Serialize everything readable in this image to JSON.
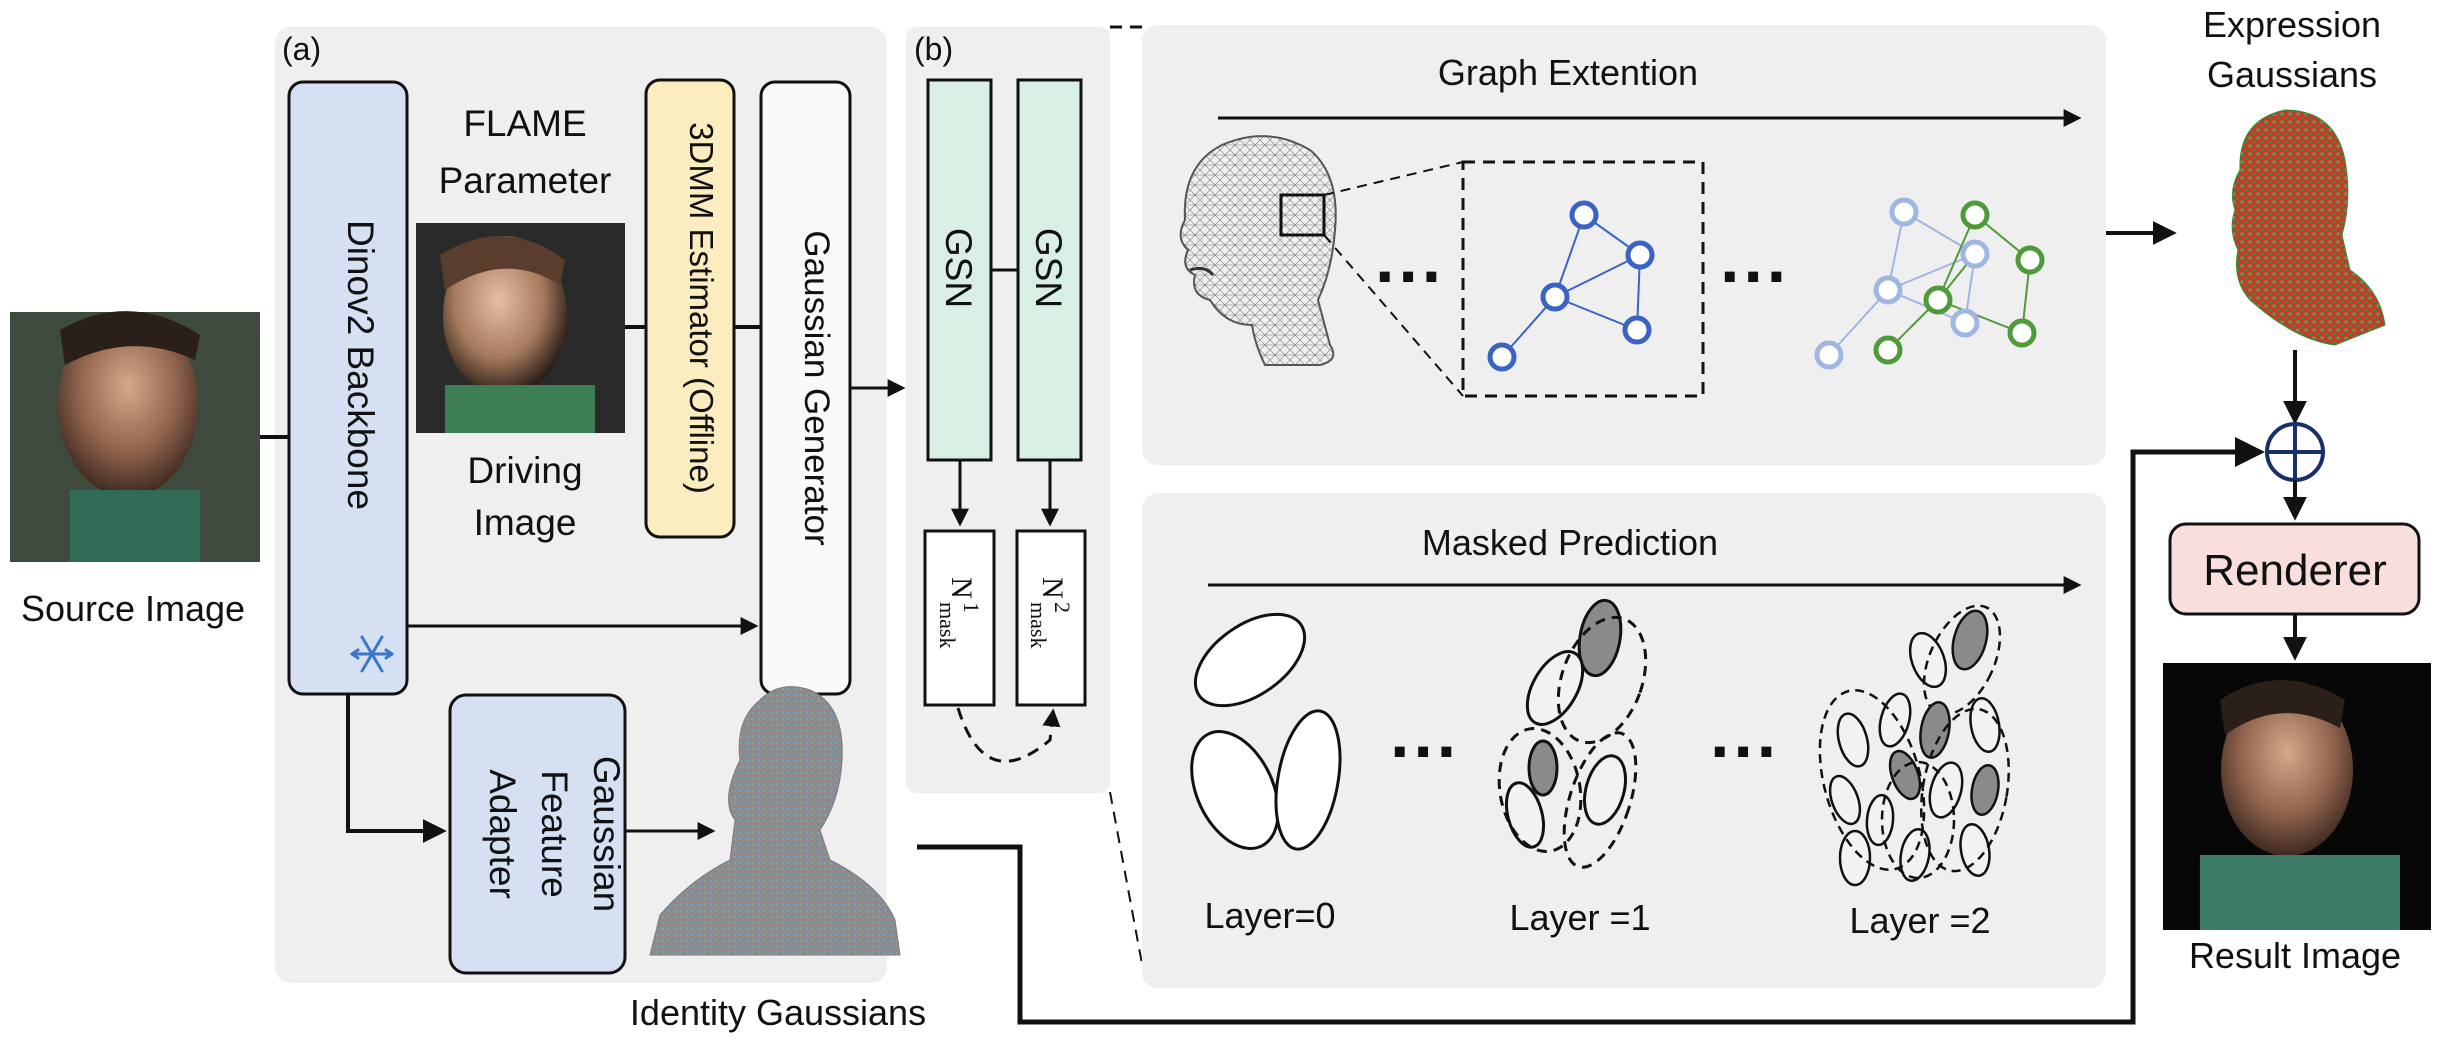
{
  "panel_a": {
    "label": "(a)",
    "source_image_label": "Source Image",
    "backbone_label": "Dinov2  Backbone",
    "flame_line1": "FLAME",
    "flame_line2": "Parameter",
    "driving_line1": "Driving",
    "driving_line2": "Image",
    "estimator_label": "3DMM Estimator (Offline)",
    "generator_label": "Gaussian Generator",
    "adapter_line1": "Gaussian",
    "adapter_line2": "Feature",
    "adapter_line3": "Adapter",
    "identity_label": "Identity Gaussians",
    "freeze_icon": "snowflake-icon"
  },
  "panel_b": {
    "label": "(b)",
    "gsn1_label": "GSN",
    "gsn2_label": "GSN",
    "mask1_base": "N",
    "mask1_sup": "1",
    "mask1_sub": "mask",
    "mask2_base": "N",
    "mask2_sup": "2",
    "mask2_sub": "mask"
  },
  "graph_extension": {
    "title": "Graph Extention",
    "dots_left": "···",
    "dots_right": "···"
  },
  "masked_prediction": {
    "title": "Masked Prediction",
    "layer0": "Layer=0",
    "layer1": "Layer =1",
    "layer2": "Layer =2",
    "dots_left": "···",
    "dots_right": "···"
  },
  "output": {
    "expression_line1": "Expression",
    "expression_line2": "Gaussians",
    "renderer_label": "Renderer",
    "result_label": "Result Image",
    "sum_symbol": "⊕"
  },
  "colors": {
    "panel_bg": "#efefef",
    "backbone_fill": "#d6e0f3",
    "estimator_fill": "#fbedc0",
    "gsn_fill": "#d9efe3",
    "renderer_fill": "#f9dede",
    "node_blue": "#3a63c4",
    "node_green": "#4f9a3a",
    "node_light_blue": "#9fb6e3"
  }
}
